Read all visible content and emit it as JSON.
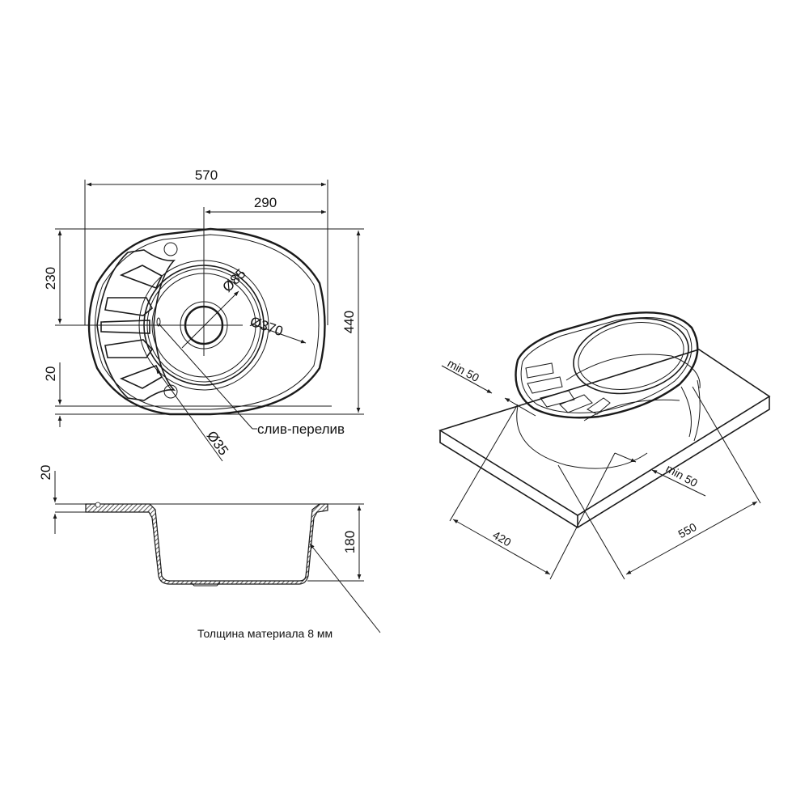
{
  "drawing": {
    "title": "Sink technical drawing",
    "colors": {
      "line": "#1a1a1a",
      "background": "#ffffff",
      "hatch": "#555555"
    }
  },
  "top_view": {
    "dim_overall_width": "570",
    "dim_bowl_offset": "290",
    "dim_to_center": "230",
    "dim_overall_depth": "440",
    "dim_rim": "20",
    "dim_drain": "Ø85",
    "dim_bowl": "Ø370",
    "dim_tap_hole": "Ø35",
    "label_overflow": "слив-перелив"
  },
  "side_view": {
    "dim_rim": "20",
    "dim_depth": "180",
    "label_thickness": "Толщина материала 8 мм"
  },
  "iso_view": {
    "dim_min_left": "min 50",
    "dim_min_right": "min 50",
    "dim_cabinet_depth": "420",
    "dim_cabinet_width": "550"
  }
}
